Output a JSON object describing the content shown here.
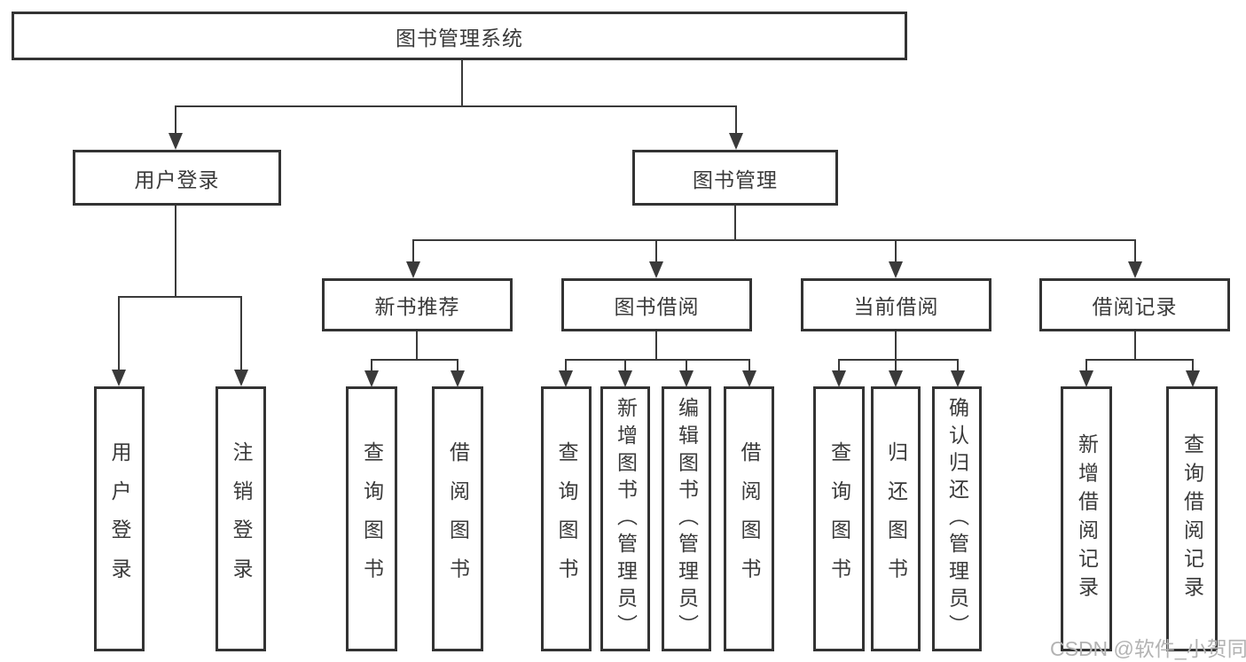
{
  "diagram": {
    "type": "tree",
    "title": "图书管理系统",
    "tree": {
      "root": {
        "label": "图书管理系统",
        "children": [
          {
            "label": "用户登录",
            "children": [
              {
                "label": "用户登录"
              },
              {
                "label": "注销登录"
              }
            ]
          },
          {
            "label": "图书管理",
            "children": [
              {
                "label": "新书推荐",
                "children": [
                  {
                    "label": "查询图书"
                  },
                  {
                    "label": "借阅图书"
                  }
                ]
              },
              {
                "label": "图书借阅",
                "children": [
                  {
                    "label": "查询图书"
                  },
                  {
                    "label": "新增图书（管理员）"
                  },
                  {
                    "label": "编辑图书（管理员）"
                  },
                  {
                    "label": "借阅图书"
                  }
                ]
              },
              {
                "label": "当前借阅",
                "children": [
                  {
                    "label": "查询图书"
                  },
                  {
                    "label": "归还图书"
                  },
                  {
                    "label": "确认归还（管理员）"
                  }
                ]
              },
              {
                "label": "借阅记录",
                "children": [
                  {
                    "label": "新增借阅记录"
                  },
                  {
                    "label": "查询借阅记录"
                  }
                ]
              }
            ]
          }
        ]
      }
    },
    "colors": {
      "line": "#3a3a3a",
      "box_border": "#333333",
      "text": "#3a3a3a",
      "watermark": "#b3b3b3",
      "background": "#ffffff"
    }
  },
  "watermark": "CSDN @软件_小贺同学"
}
